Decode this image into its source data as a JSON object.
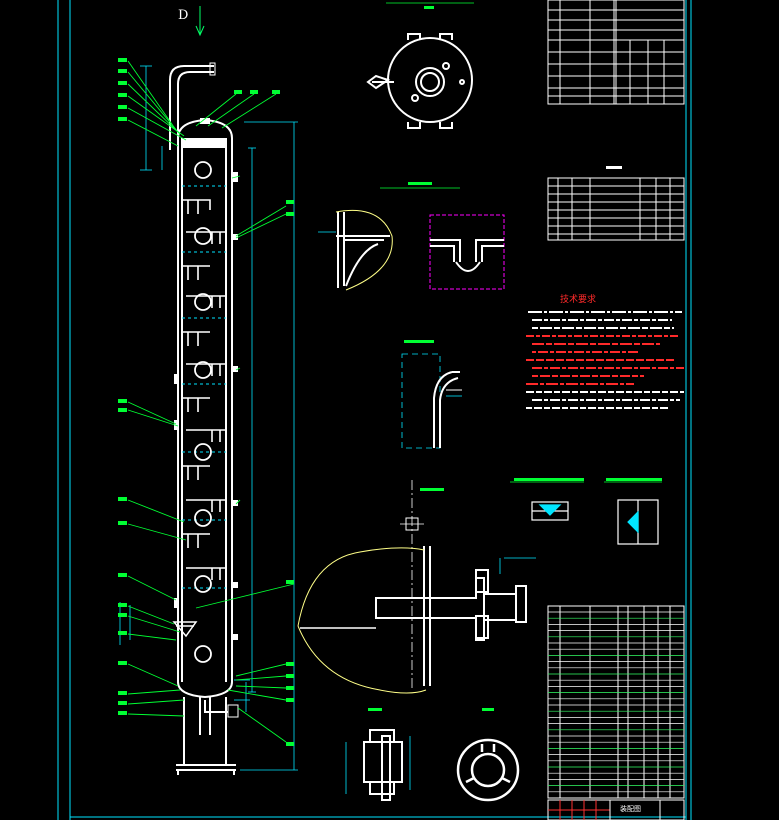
{
  "drawing": {
    "view_label": "D",
    "technical_requirements_title": "技术要求",
    "title_block_label": "装配图",
    "colors": {
      "background": "#000000",
      "frame": "#00ffff",
      "vessel": "#ffffff",
      "leaders": "#00ff00",
      "dimensions": "#00ffff",
      "tables": "#ffffff",
      "notes_highlight": "#ff0000",
      "detail_box": "#ff00ff",
      "weld_marker": "#00ffff",
      "curves": "#ffff88"
    }
  }
}
